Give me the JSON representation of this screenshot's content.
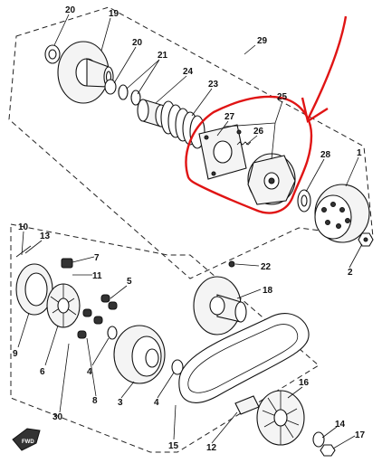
{
  "diagram": {
    "labels": [
      {
        "id": "20a",
        "text": "20"
      },
      {
        "id": "19",
        "text": "19"
      },
      {
        "id": "20b",
        "text": "20"
      },
      {
        "id": "21",
        "text": "21"
      },
      {
        "id": "24",
        "text": "24"
      },
      {
        "id": "29",
        "text": "29"
      },
      {
        "id": "23",
        "text": "23"
      },
      {
        "id": "25",
        "text": "25"
      },
      {
        "id": "27",
        "text": "27"
      },
      {
        "id": "26",
        "text": "26"
      },
      {
        "id": "28",
        "text": "28"
      },
      {
        "id": "1",
        "text": "1"
      },
      {
        "id": "2",
        "text": "2"
      },
      {
        "id": "10",
        "text": "10"
      },
      {
        "id": "13",
        "text": "13"
      },
      {
        "id": "7",
        "text": "7"
      },
      {
        "id": "11",
        "text": "11"
      },
      {
        "id": "22",
        "text": "22"
      },
      {
        "id": "18",
        "text": "18"
      },
      {
        "id": "5",
        "text": "5"
      },
      {
        "id": "9",
        "text": "9"
      },
      {
        "id": "6",
        "text": "6"
      },
      {
        "id": "4a",
        "text": "4"
      },
      {
        "id": "8",
        "text": "8"
      },
      {
        "id": "3",
        "text": "3"
      },
      {
        "id": "4b",
        "text": "4"
      },
      {
        "id": "16",
        "text": "16"
      },
      {
        "id": "30",
        "text": "30"
      },
      {
        "id": "15",
        "text": "15"
      },
      {
        "id": "12",
        "text": "12"
      },
      {
        "id": "14",
        "text": "14"
      },
      {
        "id": "17",
        "text": "17"
      }
    ],
    "highlight_color": "#e01414",
    "line_color": "#111111",
    "arrow_icon": "fwd-arrow-icon"
  }
}
